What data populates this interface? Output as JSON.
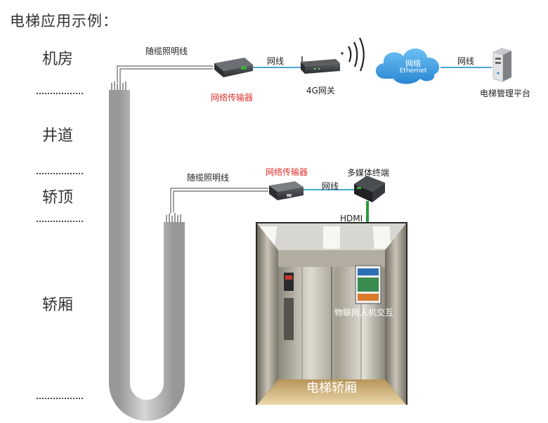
{
  "title": "电梯应用示例：",
  "zones": {
    "machine_room": "机房",
    "shaft": "井道",
    "car_top": "轿顶",
    "car": "轿厢"
  },
  "labels": {
    "traveling_cable_top": "随缆照明线",
    "traveling_cable_mid": "随缆照明线",
    "net_transmitter_top": "网络传输器",
    "net_transmitter_mid": "网络传输器",
    "net_cable_1": "网线",
    "net_cable_2": "网线",
    "net_cable_3": "网线",
    "gateway_4g": "4G网关",
    "cloud_line1": "网络",
    "cloud_line2": "Ethernet",
    "platform": "电梯管理平台",
    "media_terminal": "多媒体终端",
    "hdmi": "HDMI",
    "iot_hmi": "物联网人机交互",
    "elevator_car": "电梯轿厢"
  },
  "colors": {
    "red_label": "#e0302a",
    "net_cable": "#4aa8d8",
    "hdmi_cable": "#2e9a3a",
    "cloud": "#3d9be0"
  }
}
